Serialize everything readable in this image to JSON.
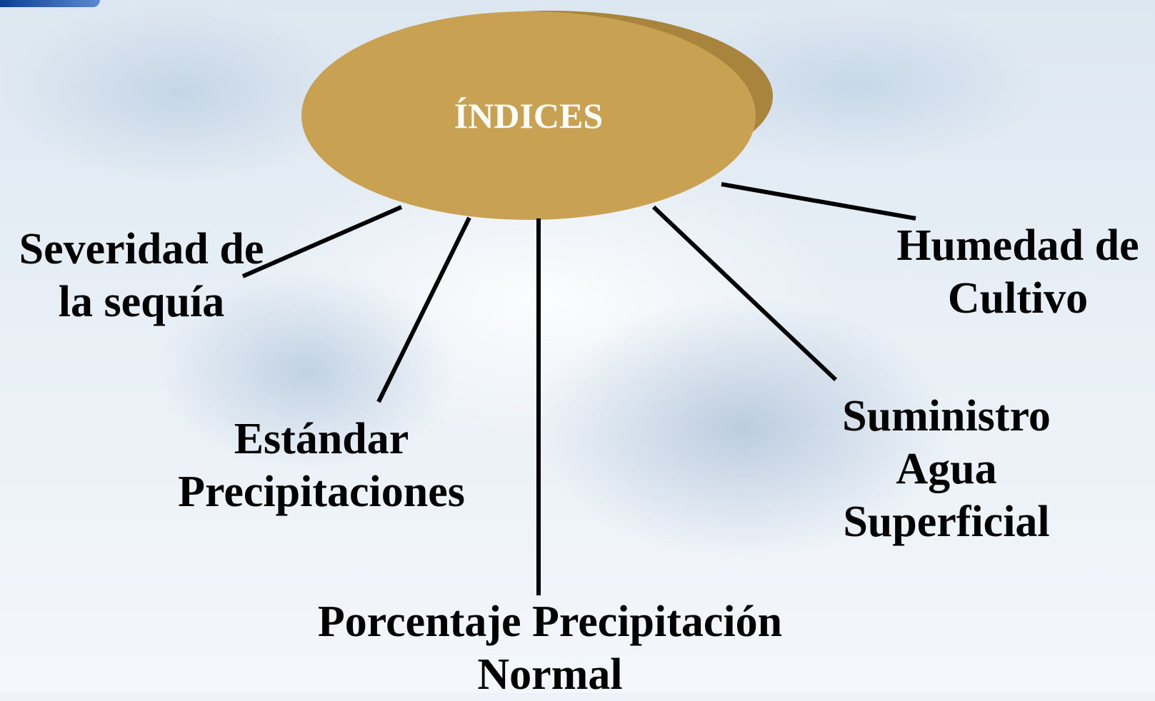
{
  "center": {
    "label": "ÍNDICES"
  },
  "branches": [
    {
      "id": "severidad",
      "lines": [
        "Severidad de",
        "la sequía"
      ]
    },
    {
      "id": "estandar",
      "lines": [
        "Estándar",
        "Precipitaciones"
      ]
    },
    {
      "id": "porcentaje",
      "lines": [
        "Porcentaje Precipitación",
        "Normal"
      ]
    },
    {
      "id": "suministro",
      "lines": [
        "Suministro",
        "Agua",
        "Superficial"
      ]
    },
    {
      "id": "humedad",
      "lines": [
        "Humedad de",
        "Cultivo"
      ]
    }
  ],
  "colors": {
    "ellipse_fill": "#c9a152",
    "ellipse_shadow": "#a8843c",
    "center_text": "#ffffff",
    "connector": "#000000",
    "branch_text": "#000000"
  }
}
